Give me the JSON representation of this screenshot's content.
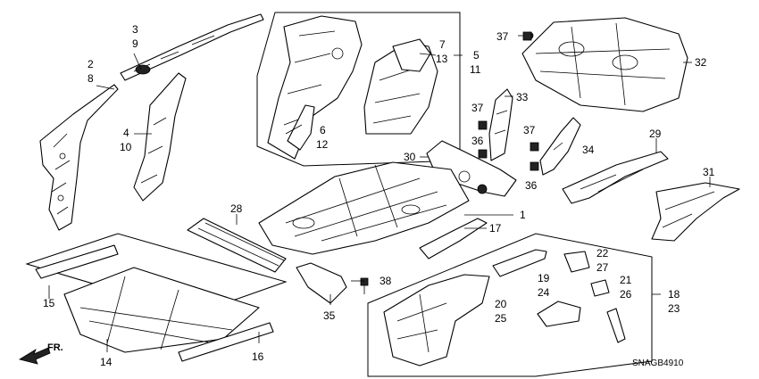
{
  "diagram": {
    "code": "SNAGB4910",
    "front_label": "FR.",
    "labels": {
      "n1": "1",
      "n2": "2",
      "n3": "3",
      "n4": "4",
      "n5": "5",
      "n6": "6",
      "n7": "7",
      "n8": "8",
      "n9": "9",
      "n10": "10",
      "n11": "11",
      "n12": "12",
      "n13": "13",
      "n14": "14",
      "n15": "15",
      "n16": "16",
      "n17": "17",
      "n18": "18",
      "n19": "19",
      "n20": "20",
      "n21": "21",
      "n22": "22",
      "n23": "23",
      "n24": "24",
      "n25": "25",
      "n26": "26",
      "n27": "27",
      "n28": "28",
      "n29": "29",
      "n30": "30",
      "n31": "31",
      "n32": "32",
      "n33": "33",
      "n34": "34",
      "n35": "35",
      "n36a": "36",
      "n36b": "36",
      "n37a": "37",
      "n37b": "37",
      "n37c": "37",
      "n38": "38"
    }
  }
}
